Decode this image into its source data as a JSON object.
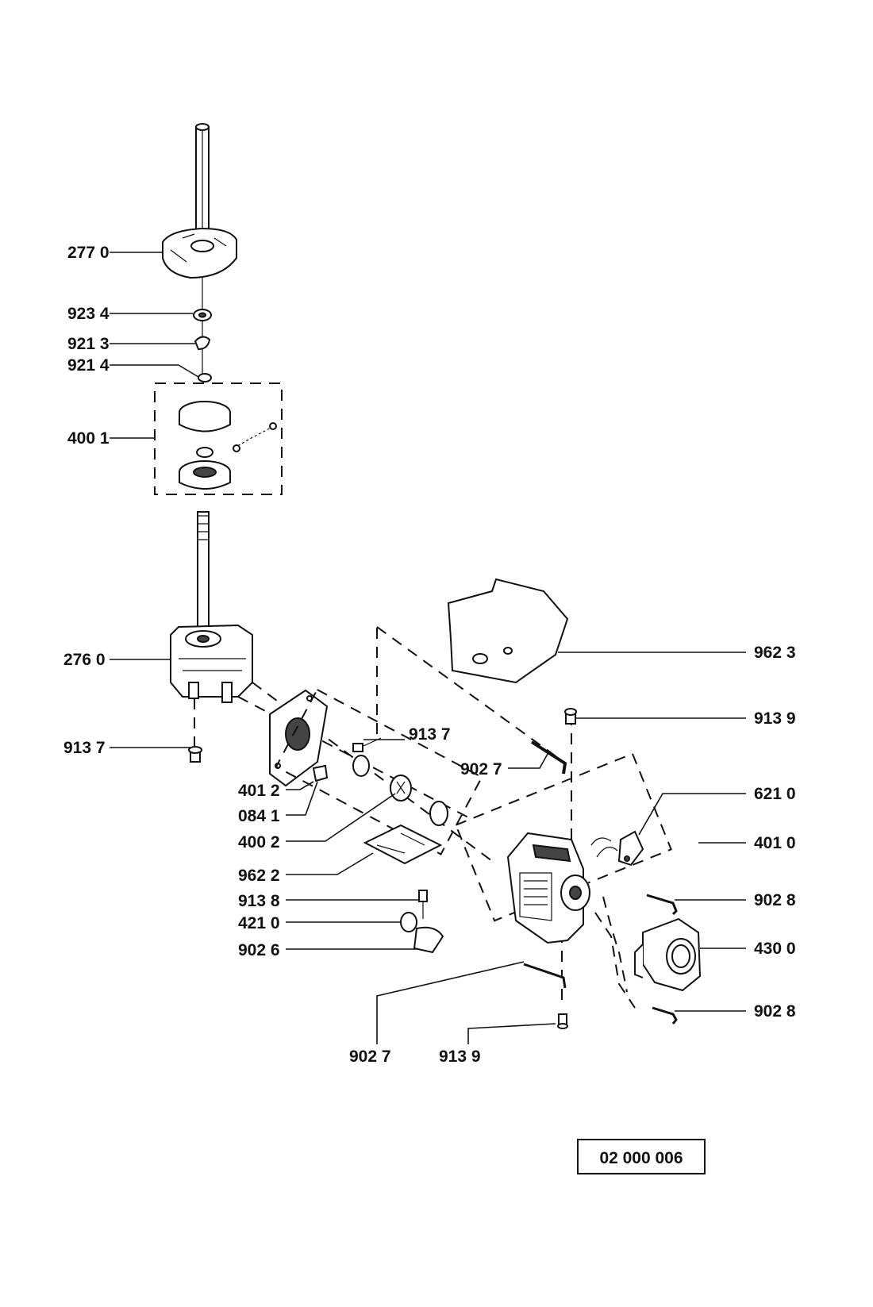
{
  "parts": {
    "p2770": "277 0",
    "p9234": "923 4",
    "p9213": "921 3",
    "p9214": "921 4",
    "p4001": "400 1",
    "p2760": "276 0",
    "p9137_left": "913 7",
    "p9137_mid": "913 7",
    "p4012": "401 2",
    "p0841": "084 1",
    "p4002": "400 2",
    "p9622": "962 2",
    "p9138": "913 8",
    "p4210": "421 0",
    "p9026": "902 6",
    "p9027_mid": "902 7",
    "p9027_bottom": "902 7",
    "p9139_bottom": "913 9",
    "p9623": "962 3",
    "p9139_right": "913 9",
    "p6210": "621 0",
    "p4010": "401 0",
    "p9028_upper": "902 8",
    "p4300": "430 0",
    "p9028_lower": "902 8"
  },
  "drawing_code": "02  000  006"
}
